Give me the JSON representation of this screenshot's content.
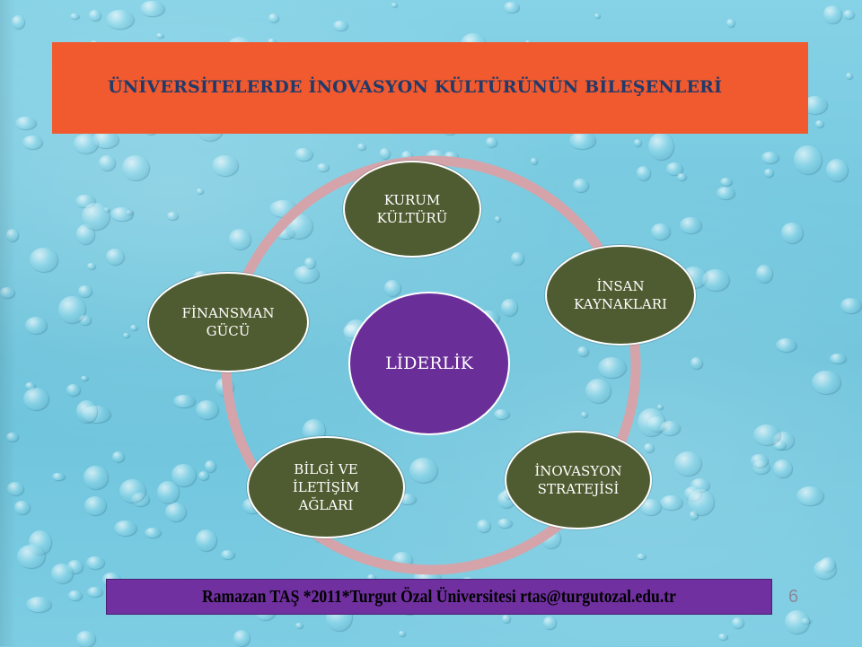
{
  "slide": {
    "title": "ÜNİVERSİTELERDE İNOVASYON KÜLTÜRÜNÜN BİLEŞENLERİ",
    "footer": "Ramazan TAŞ *2011*Turgut Özal Üniversitesi rtas@turgutozal.edu.tr",
    "page_number": "6"
  },
  "diagram": {
    "center": "LİDERLİK",
    "nodes": [
      {
        "id": "kurum",
        "lines": [
          "KURUM",
          "KÜLTÜRÜ"
        ]
      },
      {
        "id": "insan",
        "lines": [
          "İNSAN",
          "KAYNAKLARI"
        ]
      },
      {
        "id": "inovasyon",
        "lines": [
          "İNOVASYON",
          "STRATEJİSİ"
        ]
      },
      {
        "id": "bilgi",
        "lines": [
          "BİLGİ VE",
          "İLETİŞİM",
          "AĞLARI"
        ]
      },
      {
        "id": "finansman",
        "lines": [
          "FİNANSMAN",
          "GÜCÜ"
        ]
      }
    ]
  },
  "colors": {
    "title_bar": "#f05a2e",
    "title_text": "#1f3a6b",
    "node_fill": "#4f5b30",
    "center_fill": "#6a2e98",
    "ring": "#d4a4aa",
    "footer_bar": "#7030a0"
  }
}
